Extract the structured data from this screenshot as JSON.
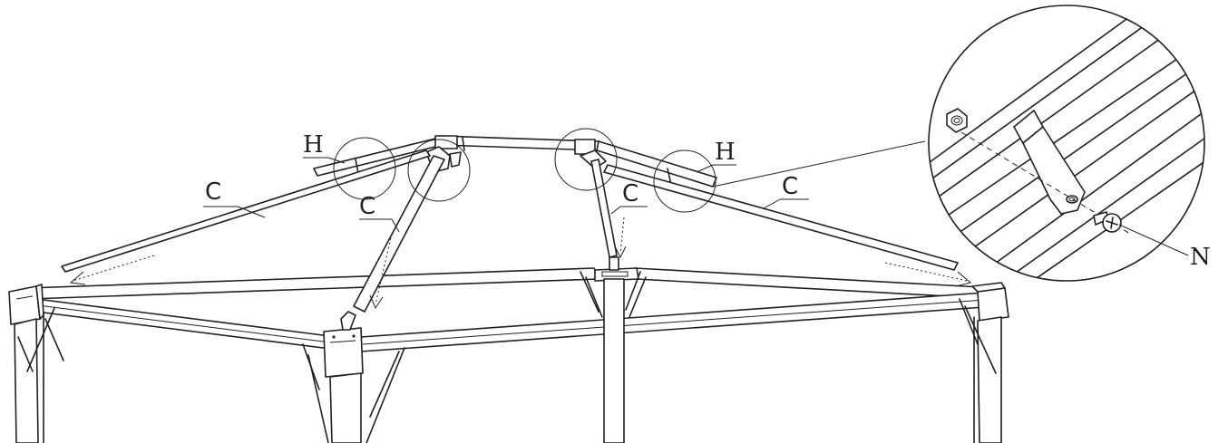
{
  "labels": {
    "h_left": "H",
    "h_right": "H",
    "c_left": "C",
    "c_mid_left": "C",
    "c_mid_right": "C",
    "c_right": "C",
    "n_detail": "N"
  },
  "colors": {
    "ink": "#231f20",
    "paper": "#ffffff"
  }
}
